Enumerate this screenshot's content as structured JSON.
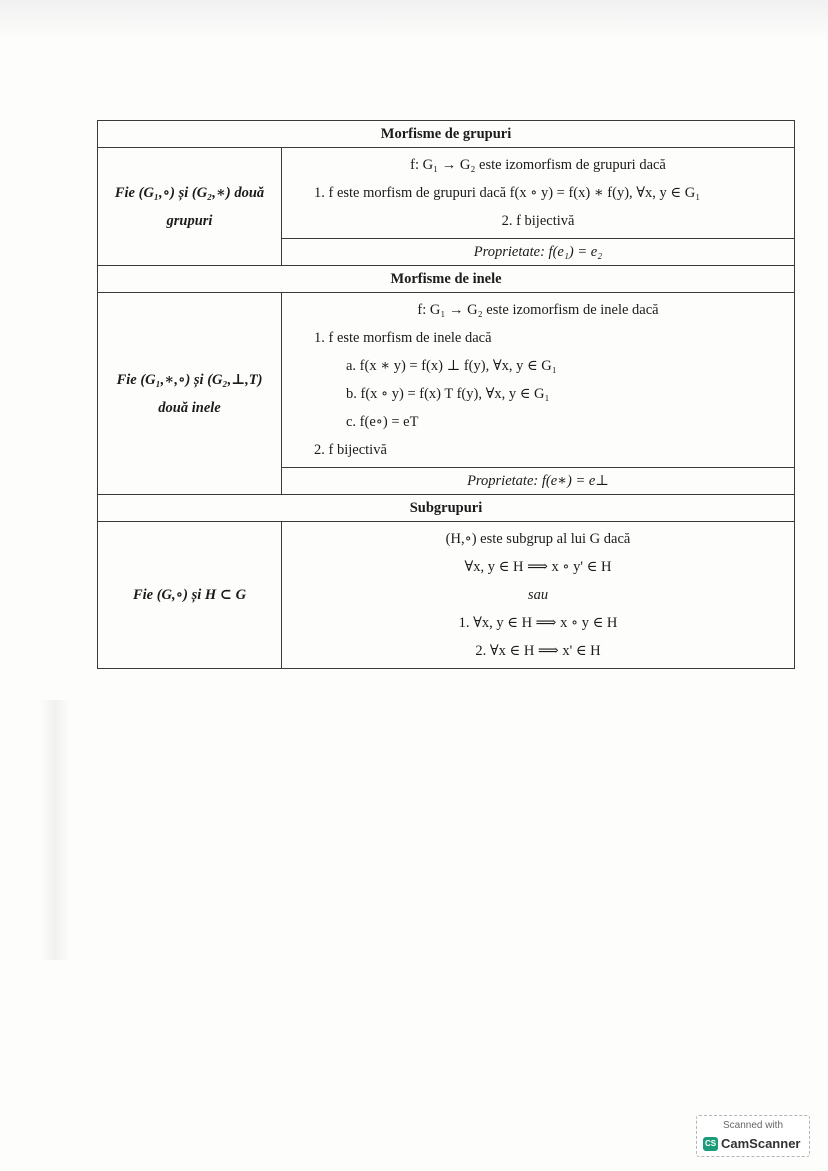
{
  "groups": {
    "heading": "Morfisme de grupuri",
    "left_line1": "Fie (G₁,∘) și (G₂,∗) două",
    "left_line2": "grupuri",
    "def_line": "f: G₁ → G₂ este izomorfism de grupuri dacă",
    "item1": "1.  f este morfism de grupuri dacă f(x ∘ y) = f(x) ∗ f(y), ∀x, y ∈ G₁",
    "item2": "2.  f bijectivă",
    "property": "Proprietate: f(e₁) = e₂"
  },
  "rings": {
    "heading": "Morfisme de inele",
    "left_line1": "Fie (G₁,∗,∘) și (G₂,⊥,T)",
    "left_line2": "două inele",
    "def_line": "f: G₁ → G₂ este izomorfism de inele dacă",
    "item1": "1.  f este morfism de inele dacă",
    "item_a": "a.  f(x ∗ y) = f(x) ⊥ f(y), ∀x, y ∈ G₁",
    "item_b": "b.  f(x ∘ y) = f(x) T f(y), ∀x, y ∈ G₁",
    "item_c": "c.  f(e∘) = eT",
    "item2": "2.  f bijectivă",
    "property": "Proprietate: f(e∗) = e⊥"
  },
  "subgroups": {
    "heading": "Subgrupuri",
    "left_line1": "Fie (G,∘) și H ⊂ G",
    "def_line": "(H,∘) este subgrup al lui G dacă",
    "cond_main": "∀x, y ∈ H ⟹ x ∘ y' ∈ H",
    "or_word": "sau",
    "cond1": "1.  ∀x, y ∈ H ⟹ x ∘ y ∈ H",
    "cond2": "2.  ∀x ∈ H ⟹ x' ∈ H"
  },
  "watermark": {
    "line1": "Scanned with",
    "brand": "CamScanner",
    "icon_letters": "CS",
    "icon_color": "#1c9b7a"
  }
}
